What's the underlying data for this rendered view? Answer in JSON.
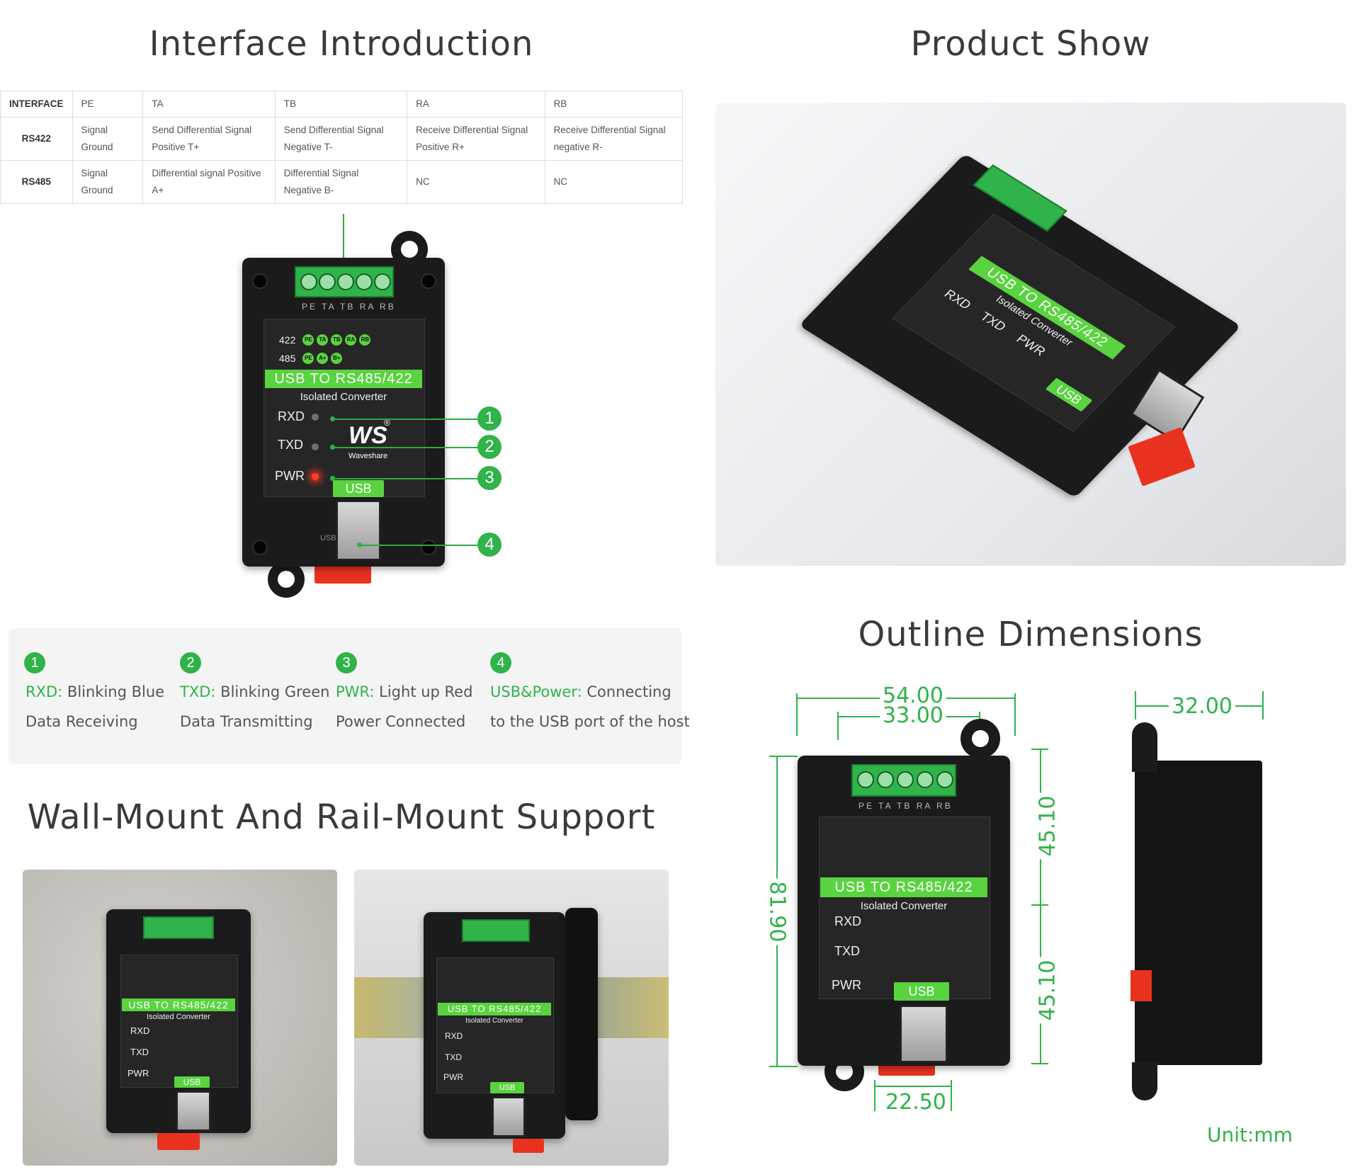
{
  "headings": {
    "interface": "Interface Introduction",
    "product": "Product Show",
    "outline": "Outline Dimensions",
    "mount": "Wall-Mount And Rail-Mount Support"
  },
  "table": {
    "header": [
      "INTERFACE",
      "PE",
      "TA",
      "TB",
      "RA",
      "RB"
    ],
    "rows": [
      [
        "RS422",
        "Signal Ground",
        "Send Differential Signal Positive T+",
        "Send Differential Signal Negative T-",
        "Receive Differential Signal Positive R+",
        "Receive Differential Signal negative R-"
      ],
      [
        "RS485",
        "Signal Ground",
        "Differential signal Positive A+",
        "Differential Signal Negative B-",
        "NC",
        "NC"
      ]
    ]
  },
  "device": {
    "pins": "PE TA TB RA RB",
    "row422": "422",
    "row485": "485",
    "chips422": [
      "PE",
      "TA",
      "TB",
      "RA",
      "RB"
    ],
    "chips485": [
      "PE",
      "A+",
      "B+"
    ],
    "title": "USB TO RS485/422",
    "subtitle": "Isolated Converter",
    "rxd": "RXD",
    "txd": "TXD",
    "pwr": "PWR",
    "usb": "USB",
    "usb_small": "USB",
    "brand": "Waveshare",
    "logo": "WS",
    "reg": "®"
  },
  "callouts": [
    "1",
    "2",
    "3",
    "4"
  ],
  "legend": [
    {
      "num": "1",
      "key": "RXD:",
      "value": "Blinking Blue",
      "line2": "Data Receiving"
    },
    {
      "num": "2",
      "key": "TXD:",
      "value": "Blinking Green",
      "line2": "Data Transmitting"
    },
    {
      "num": "3",
      "key": "PWR:",
      "value": "Light up Red",
      "line2": "Power Connected"
    },
    {
      "num": "4",
      "key": "USB&Power:",
      "value": "Connecting",
      "line2": "to the USB port of the host"
    }
  ],
  "dimensions": {
    "w54": "54.00",
    "w33": "33.00",
    "w32": "32.00",
    "h81": "81.90",
    "h45a": "45.10",
    "h45b": "45.10",
    "w22": "22.50",
    "unit": "Unit:mm"
  },
  "colors": {
    "accent": "#2fb34a",
    "device_body": "#1b1b1b",
    "label_green": "#5ad341",
    "clip_red": "#e8321f"
  }
}
